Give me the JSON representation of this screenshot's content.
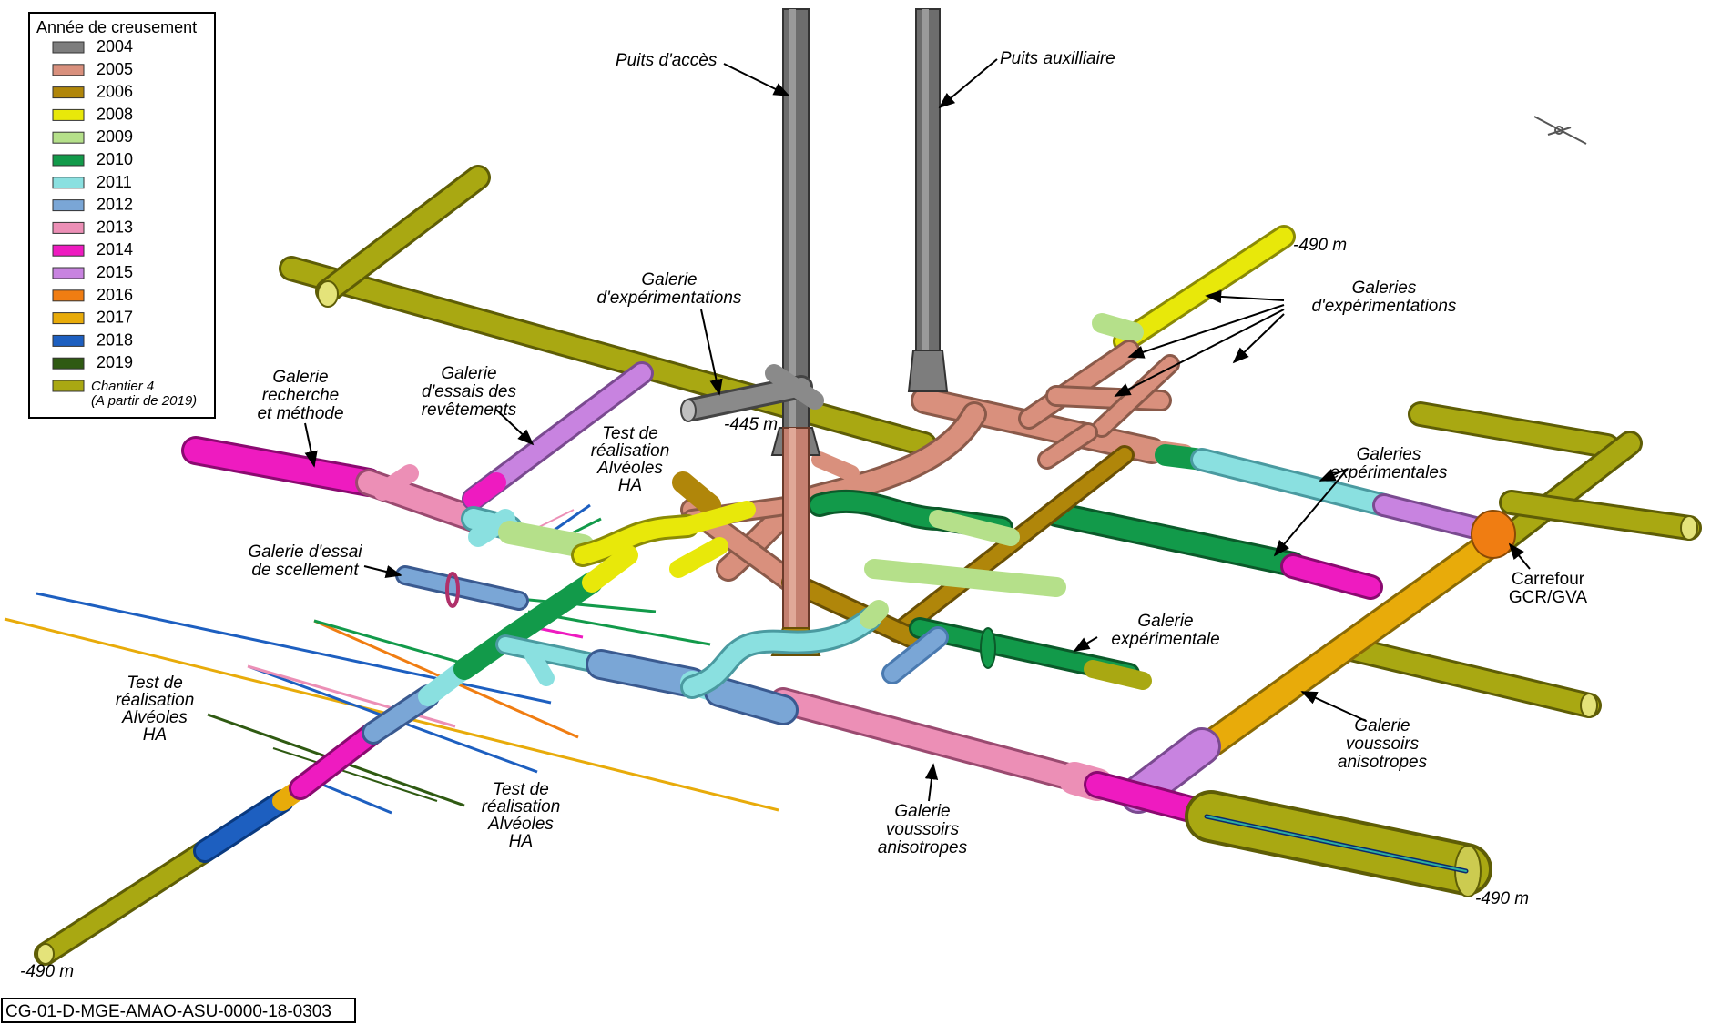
{
  "legend": {
    "title": "Année de creusement",
    "items": [
      {
        "label": "2004",
        "color": "#7d7d7d"
      },
      {
        "label": "2005",
        "color": "#d9907d"
      },
      {
        "label": "2006",
        "color": "#b0860a"
      },
      {
        "label": "2008",
        "color": "#e8e80a"
      },
      {
        "label": "2009",
        "color": "#b5e08a"
      },
      {
        "label": "2010",
        "color": "#129a4a"
      },
      {
        "label": "2011",
        "color": "#8ae0e0"
      },
      {
        "label": "2012",
        "color": "#7aa6d6"
      },
      {
        "label": "2013",
        "color": "#ec8fb6"
      },
      {
        "label": "2014",
        "color": "#ee1bc0"
      },
      {
        "label": "2015",
        "color": "#c883e0"
      },
      {
        "label": "2016",
        "color": "#f07d12"
      },
      {
        "label": "2017",
        "color": "#e8ab0a"
      },
      {
        "label": "2018",
        "color": "#1d5fc0"
      },
      {
        "label": "2019",
        "color": "#2f5a12"
      },
      {
        "label": "Chantier 4",
        "sublabel": "(A partir de 2019)",
        "color": "#a9a812"
      }
    ]
  },
  "labels": {
    "puits_acces": "Puits d'accès",
    "puits_aux": "Puits auxilliaire",
    "galerie_exp_1": "Galerie",
    "galerie_exp_2": "d'expérimentations",
    "galeries_exp_1": "Galeries",
    "galeries_exp_2": "d'expérimentations",
    "depth_445": "-445 m",
    "depth_490_tr": "-490 m",
    "depth_490_br": "-490 m",
    "depth_490_bl": "-490 m",
    "grm_1": "Galerie",
    "grm_2": "recherche",
    "grm_3": "et méthode",
    "ger_1": "Galerie",
    "ger_2": "d'essais des",
    "ger_3": "revêtements",
    "test_top_1": "Test de",
    "test_top_2": "réalisation",
    "test_top_3": "Alvéoles",
    "test_top_4": "HA",
    "gexpl_1": "Galeries",
    "gexpl_2": "expérimentales",
    "carrefour_1": "Carrefour",
    "carrefour_2": "GCR/GVA",
    "ges_1": "Galerie d'essai",
    "ges_2": "de scellement",
    "gexp_single_1": "Galerie",
    "gexp_single_2": "expérimentale",
    "test_left_1": "Test de",
    "test_left_2": "réalisation",
    "test_left_3": "Alvéoles",
    "test_left_4": "HA",
    "test_mid_1": "Test de",
    "test_mid_2": "réalisation",
    "test_mid_3": "Alvéoles",
    "test_mid_4": "HA",
    "gva_bottom_1": "Galerie",
    "gva_bottom_2": "voussoirs",
    "gva_bottom_3": "anisotropes",
    "gva_right_1": "Galerie",
    "gva_right_2": "voussoirs",
    "gva_right_3": "anisotropes"
  },
  "reference": "CG-01-D-MGE-AMAO-ASU-0000-18-0303"
}
